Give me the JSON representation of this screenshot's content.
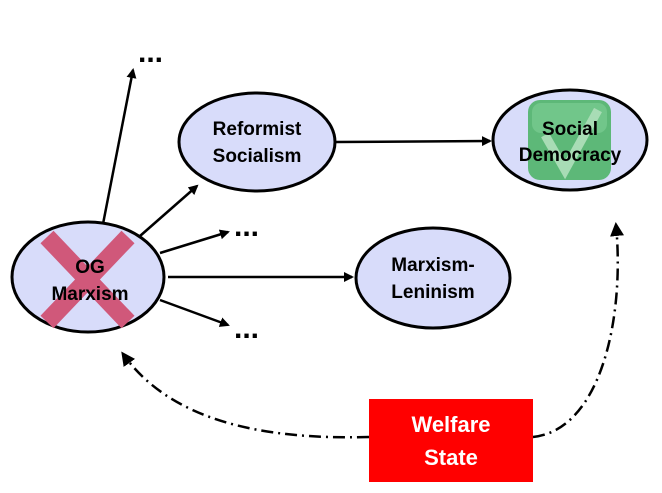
{
  "nodes": {
    "og_marxism": {
      "line1": "OG",
      "line2": "Marxism",
      "status": "crossed-out"
    },
    "reformist_socialism": {
      "line1": "Reformist",
      "line2": "Socialism"
    },
    "social_democracy": {
      "line1": "Social",
      "line2": "Democracy",
      "status": "checked"
    },
    "marxism_leninism": {
      "line1": "Marxism-",
      "line2": "Leninism"
    },
    "welfare_state": {
      "line1": "Welfare",
      "line2": "State"
    }
  },
  "ellipsis": "...",
  "colors": {
    "node_fill": "#d8dcfa",
    "cross": "#d0587a",
    "check_box": "#5db878",
    "welfare": "#ff0000"
  }
}
